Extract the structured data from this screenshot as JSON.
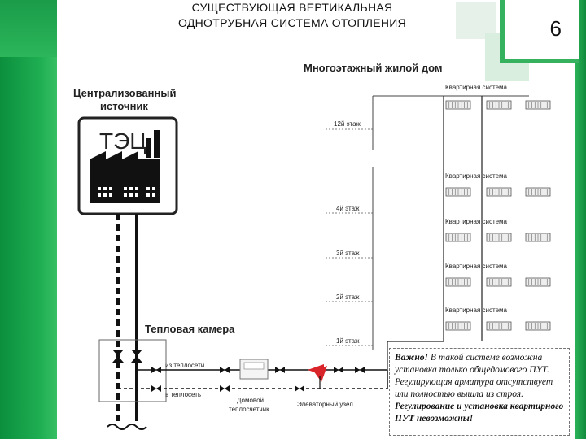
{
  "slide": {
    "title_line1": "СУЩЕСТВУЮЩАЯ ВЕРТИКАЛЬНАЯ",
    "title_line2": "ОДНОТРУБНАЯ СИСТЕМА ОТОПЛЕНИЯ",
    "page_number": "6"
  },
  "diagram": {
    "building_title": "Многоэтажный жилой дом",
    "source_line1": "Централизованный",
    "source_line2": "источник",
    "plant_label": "ТЭЦ",
    "chamber_label": "Тепловая камера",
    "supply_label": "из теплосети",
    "return_label": "в теплосеть",
    "meter_line1": "Домовой",
    "meter_line2": "теплосчетчик",
    "elevator_label": "Элеваторный узел",
    "apartment_system": "Квартирная система",
    "floors": [
      "12й этаж",
      "4й этаж",
      "3й этаж",
      "2й этаж",
      "1й этаж"
    ]
  },
  "note": {
    "important": "Важно!",
    "text1": " В такой системе возможна установка только общедомового ПУТ. Регулирующая арматура отсутствует или полностью вышла из строя.",
    "text2": "Регулирование и установка квартирного ПУТ невозможны!"
  },
  "colors": {
    "brand_green": "#1fae52",
    "elevator_red": "#d9252a",
    "pipe_black": "#111111"
  }
}
